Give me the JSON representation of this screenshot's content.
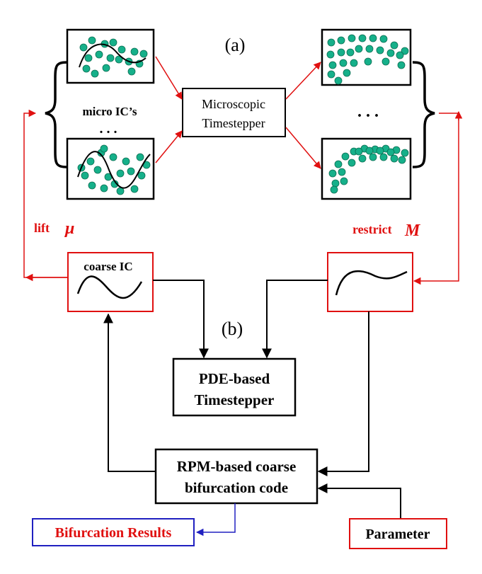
{
  "labels": {
    "part_a": "(a)",
    "part_b": "(b)",
    "micro_ics": "micro IC’s",
    "dots_left": ". . .",
    "dots_right": ". . .",
    "micro_ts_line1": "Microscopic",
    "micro_ts_line2": "Timestepper",
    "lift": "lift",
    "lift_symbol": "μ",
    "restrict": "restrict",
    "restrict_symbol": "M",
    "coarse_ic": "coarse IC",
    "pde_line1": "PDE-based",
    "pde_line2": "Timestepper",
    "rpm_line1": "RPM-based coarse",
    "rpm_line2": "bifurcation code",
    "bif_results": "Bifurcation Results",
    "parameter": "Parameter"
  },
  "colors": {
    "black": "#000000",
    "red": "#e01010",
    "blue": "#2020c0",
    "particle": "#16b08a",
    "particle_edge": "#0b6e52"
  }
}
